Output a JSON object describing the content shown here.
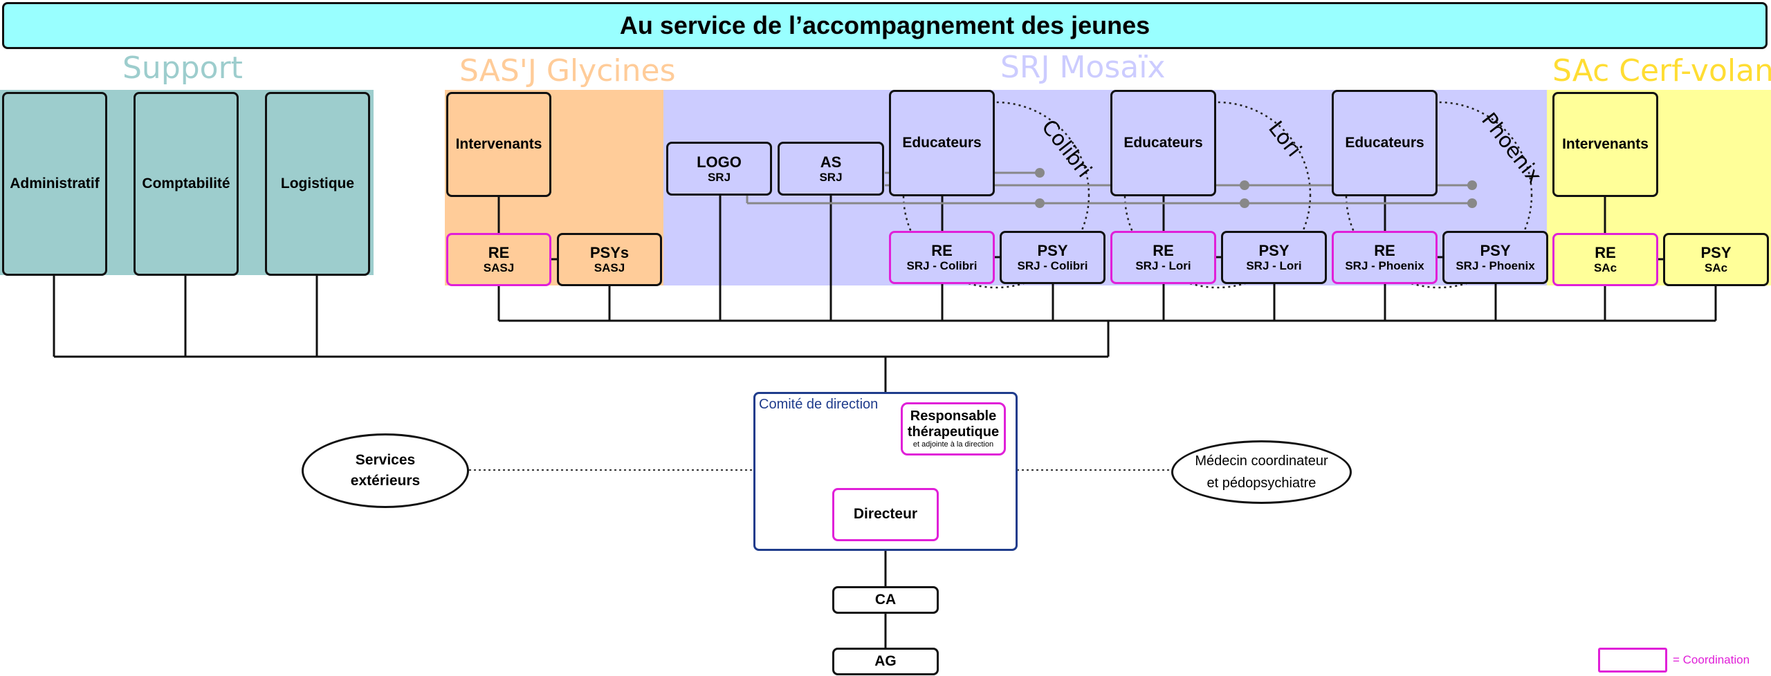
{
  "title": "Au service de l’accompagnement des jeunes",
  "colors": {
    "support": "#9dcdcd",
    "sasj": "#ffcc99",
    "srj": "#ccccff",
    "sac": "#ffff99",
    "coordination": "#e020d8",
    "comite_border": "#1f3c8c"
  },
  "sections": {
    "support": "Support",
    "sasj": "SAS'J Glycines",
    "srj": "SRJ Mosaïx",
    "sac": "SAc Cerf-volant"
  },
  "support": {
    "administratif": "Administratif",
    "comptabilite": "Comptabilité",
    "logistique": "Logistique"
  },
  "sasj": {
    "intervenants": "Intervenants",
    "re": {
      "title": "RE",
      "sub": "SASJ"
    },
    "psy": {
      "title": "PSYs",
      "sub": "SASJ"
    }
  },
  "srj": {
    "logo": {
      "title": "LOGO",
      "sub": "SRJ"
    },
    "as": {
      "title": "AS",
      "sub": "SRJ"
    },
    "groups": [
      {
        "name": "Colibri",
        "educateurs": "Educateurs",
        "re": {
          "title": "RE",
          "sub": "SRJ - Colibri"
        },
        "psy": {
          "title": "PSY",
          "sub": "SRJ - Colibri"
        }
      },
      {
        "name": "Lori",
        "educateurs": "Educateurs",
        "re": {
          "title": "RE",
          "sub": "SRJ - Lori"
        },
        "psy": {
          "title": "PSY",
          "sub": "SRJ - Lori"
        }
      },
      {
        "name": "Phoenix",
        "educateurs": "Educateurs",
        "re": {
          "title": "RE",
          "sub": "SRJ - Phoenix"
        },
        "psy": {
          "title": "PSY",
          "sub": "SRJ - Phoenix"
        }
      }
    ]
  },
  "sac": {
    "intervenants": "Intervenants",
    "re": {
      "title": "RE",
      "sub": "SAc"
    },
    "psy": {
      "title": "PSY",
      "sub": "SAc"
    }
  },
  "comite": {
    "label": "Comité de direction",
    "responsable": "Responsable thérapeutique",
    "responsable_sub": "et adjointe à la direction",
    "directeur": "Directeur"
  },
  "services_exterieurs": "Services extérieurs",
  "medecin": {
    "line1": "Médecin coordinateur",
    "line2": "et pédopsychiatre"
  },
  "ca": "CA",
  "ag": "AG",
  "legend": "= Coordination"
}
